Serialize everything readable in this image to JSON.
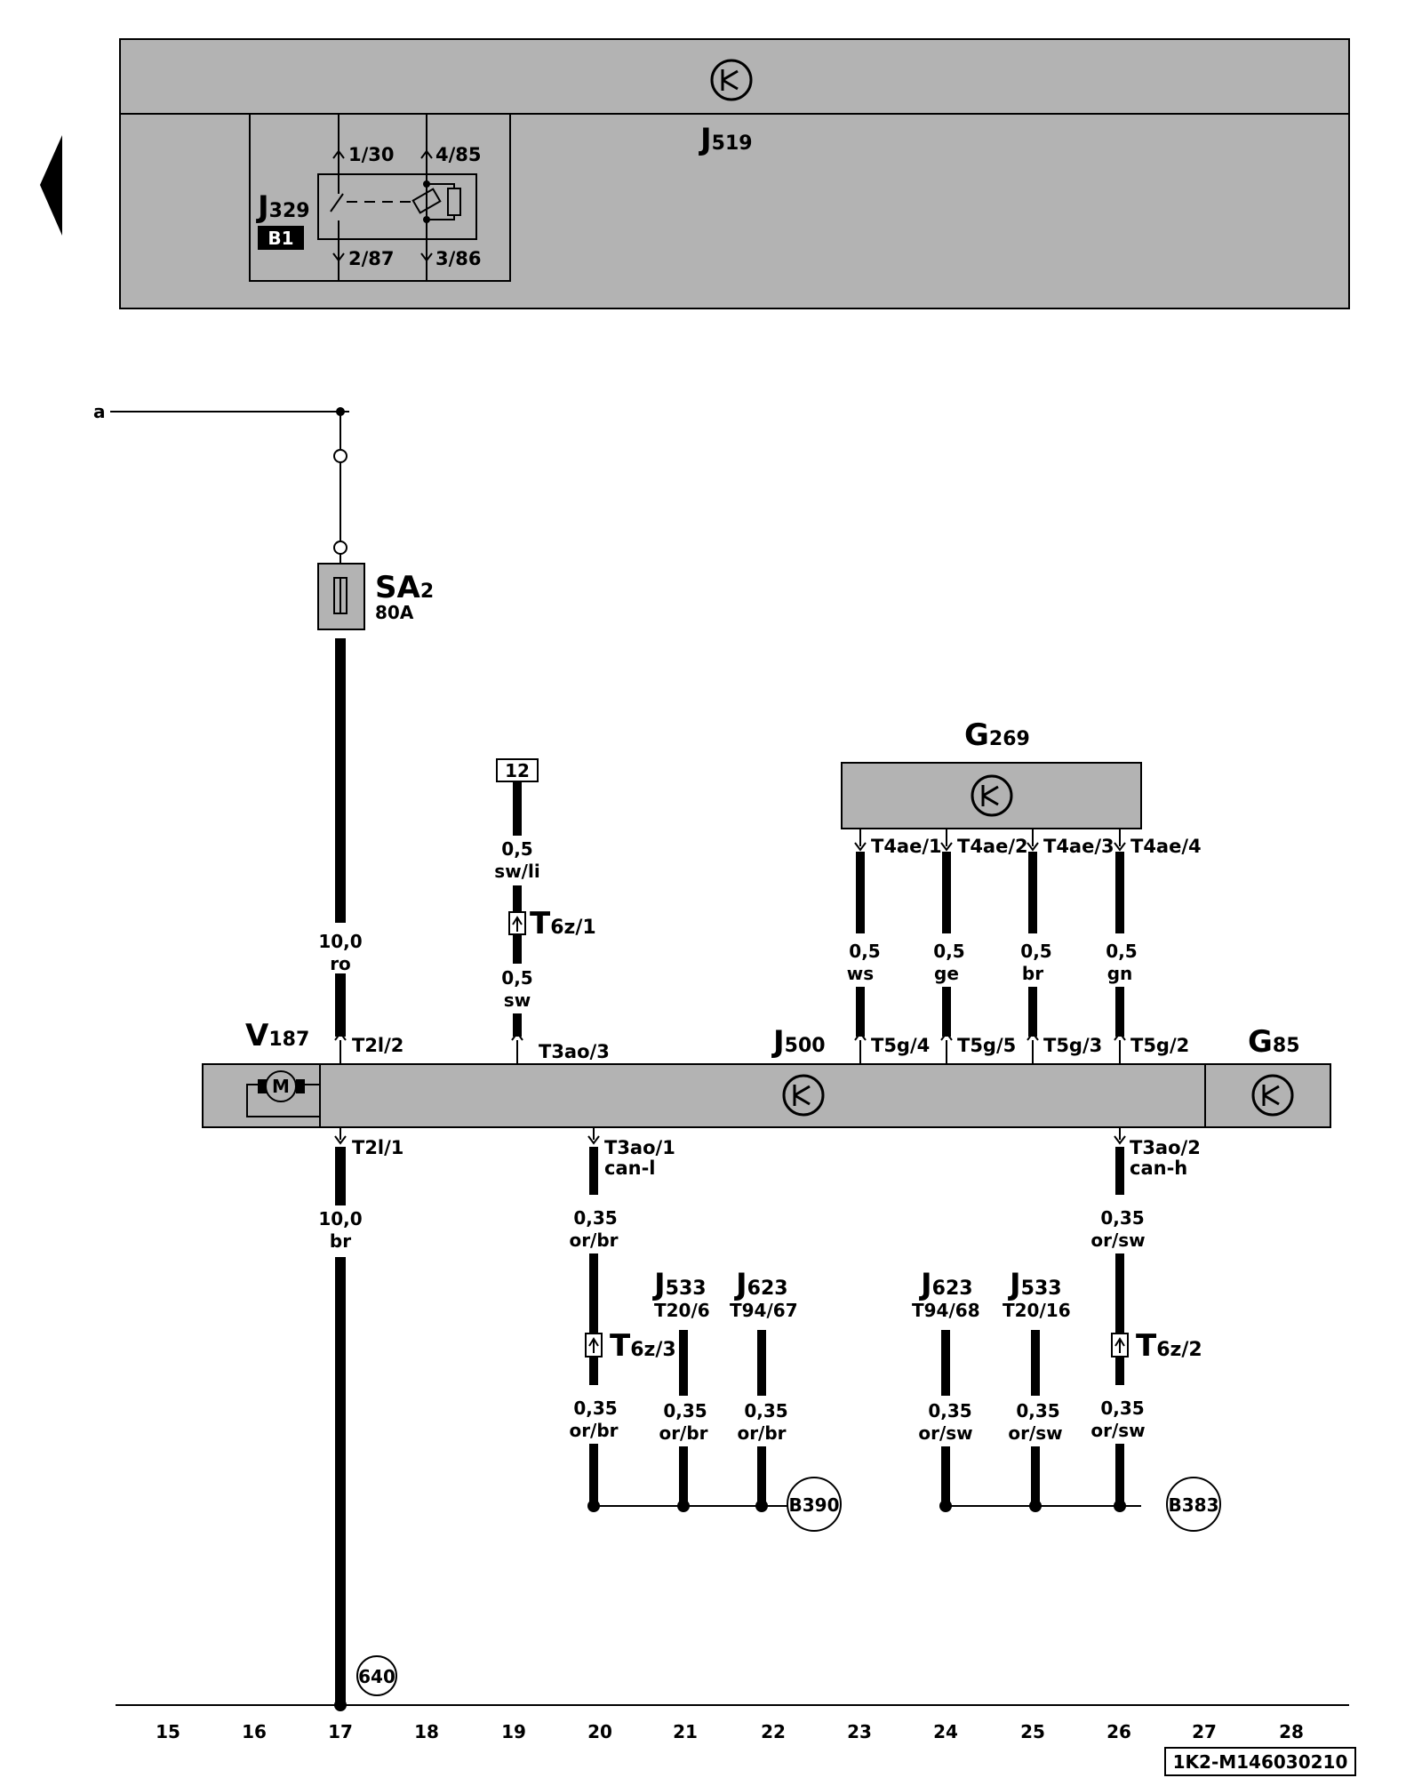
{
  "top_module": {
    "id": "J",
    "id_sub": "519",
    "relay": {
      "id": "J",
      "id_sub": "329",
      "badge": "B1",
      "pins": [
        "1/30",
        "4/85",
        "2/87",
        "3/86"
      ]
    }
  },
  "wire_a_label": "a",
  "fuse": {
    "id": "SA",
    "id_sub": "2",
    "rating": "80A"
  },
  "connector_box": "12",
  "wires": {
    "w17_upper": {
      "size": "10,0",
      "color": "ro"
    },
    "w19_upper": {
      "size": "0,5",
      "color": "sw/li"
    },
    "w19_lower": {
      "size": "0,5",
      "color": "sw"
    },
    "w17_lower": {
      "size": "10,0",
      "color": "br"
    },
    "w20_upper": {
      "size": "0,35",
      "color": "or/br"
    },
    "w20_lower": {
      "size": "0,35",
      "color": "or/br"
    },
    "w21": {
      "size": "0,35",
      "color": "or/br"
    },
    "w22": {
      "size": "0,35",
      "color": "or/br"
    },
    "w24": {
      "size": "0,35",
      "color": "or/sw"
    },
    "w25": {
      "size": "0,35",
      "color": "or/sw"
    },
    "w26_upper": {
      "size": "0,35",
      "color": "or/sw"
    },
    "w26_lower": {
      "size": "0,35",
      "color": "or/sw"
    }
  },
  "g269": {
    "id": "G",
    "id_sub": "269",
    "pins": [
      "T4ae/1",
      "T4ae/2",
      "T4ae/3",
      "T4ae/4"
    ],
    "wires": [
      {
        "size": "0,5",
        "color": "ws"
      },
      {
        "size": "0,5",
        "color": "ge"
      },
      {
        "size": "0,5",
        "color": "br"
      },
      {
        "size": "0,5",
        "color": "gn"
      }
    ],
    "j500_pins": [
      "T5g/4",
      "T5g/5",
      "T5g/3",
      "T5g/2"
    ]
  },
  "inline_connectors": {
    "c19": {
      "id": "T",
      "id_sub": "6z/1"
    },
    "c20": {
      "id": "T",
      "id_sub": "6z/3"
    },
    "c26": {
      "id": "T",
      "id_sub": "6z/2"
    }
  },
  "main_module": {
    "motor": {
      "id": "V",
      "id_sub": "187",
      "symbol": "M"
    },
    "controller": {
      "id": "J",
      "id_sub": "500"
    },
    "sensor": {
      "id": "G",
      "id_sub": "85"
    },
    "pins": {
      "p17_top": "T2l/2",
      "p19_top": "T3ao/3",
      "p17_bottom": "T2l/1",
      "p20_bottom": "T3ao/1",
      "p20_signal": "can-l",
      "p26_bottom": "T3ao/2",
      "p26_signal": "can-h"
    }
  },
  "can_refs": {
    "j533_left": {
      "id": "J",
      "id_sub": "533",
      "pin": "T20/6"
    },
    "j623_left": {
      "id": "J",
      "id_sub": "623",
      "pin": "T94/67"
    },
    "j623_right": {
      "id": "J",
      "id_sub": "623",
      "pin": "T94/68"
    },
    "j533_right": {
      "id": "J",
      "id_sub": "533",
      "pin": "T20/16"
    }
  },
  "ground_refs": {
    "b390": "B390",
    "b383": "B383",
    "g640": "640"
  },
  "column_numbers": [
    "15",
    "16",
    "17",
    "18",
    "19",
    "20",
    "21",
    "22",
    "23",
    "24",
    "25",
    "26",
    "27",
    "28"
  ],
  "drawing_id": "1K2-M146030210",
  "colors": {
    "module_fill": "#b3b3b3",
    "line": "#000000"
  }
}
